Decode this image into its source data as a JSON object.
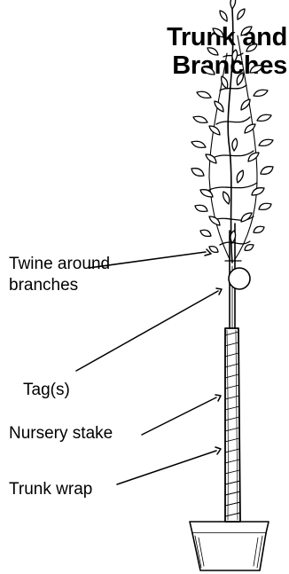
{
  "title_lines": [
    "Trunk and",
    "Branches"
  ],
  "labels": {
    "twine": [
      "Twine around",
      "branches"
    ],
    "tag": "Tag(s)",
    "stake": "Nursery stake",
    "wrap": "Trunk wrap"
  }
}
